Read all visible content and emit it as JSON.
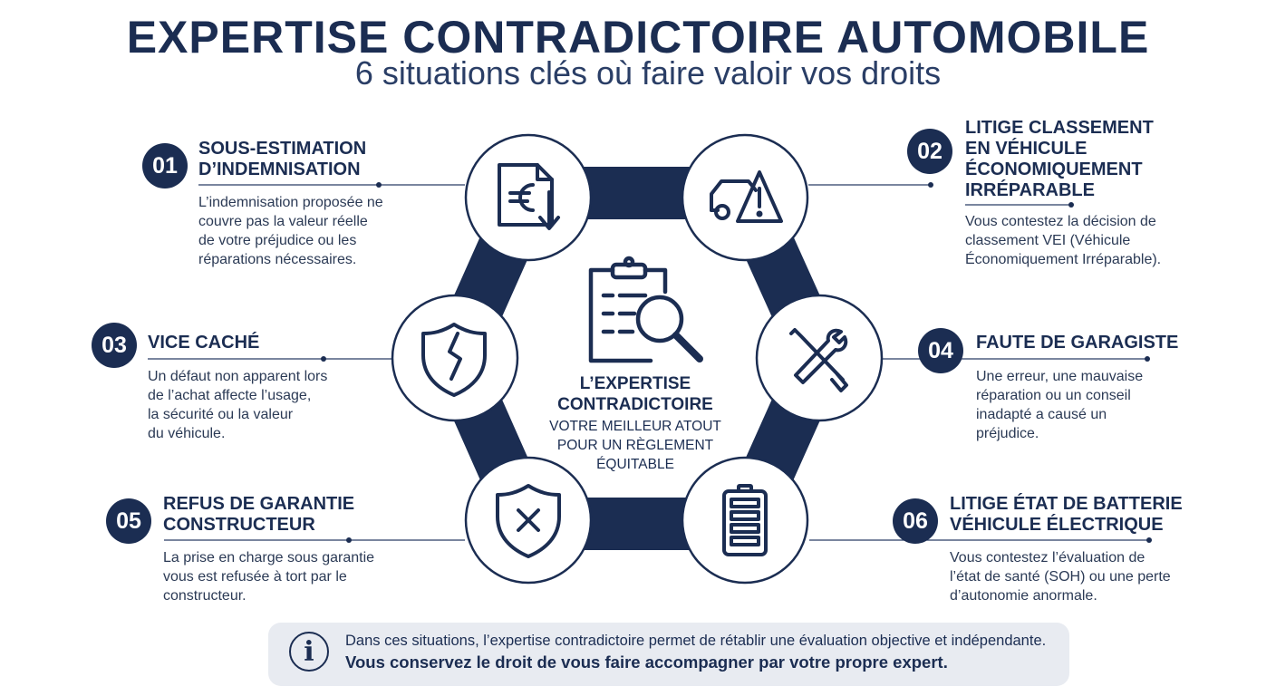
{
  "header": {
    "title": "EXPERTISE CONTRADICTOIRE AUTOMOBILE",
    "subtitle": "6 situations clés où faire valoir vos droits"
  },
  "center": {
    "title_line1": "L’EXPERTISE",
    "title_line2": "CONTRADICTOIRE",
    "sub_line1": "VOTRE MEILLEUR ATOUT",
    "sub_line2": "POUR UN RÈGLEMENT",
    "sub_line3": "ÉQUITABLE",
    "icon": "clipboard-magnifier-icon"
  },
  "situations": [
    {
      "number": "01",
      "title_lines": [
        "SOUS-ESTIMATION",
        "D’INDEMNISATION"
      ],
      "desc_lines": [
        "L’indemnisation proposée ne",
        "couvre pas la valeur réelle",
        "de votre préjudice ou les",
        "réparations nécessaires."
      ],
      "icon": "euro-document-icon"
    },
    {
      "number": "02",
      "title_lines": [
        "LITIGE CLASSEMENT",
        "EN VÉHICULE",
        "ÉCONOMIQUEMENT",
        "IRRÉPARABLE"
      ],
      "desc_lines": [
        "Vous contestez la décision de",
        "classement VEI (Véhicule",
        "Économiquement Irréparable)."
      ],
      "icon": "car-warning-icon"
    },
    {
      "number": "03",
      "title_lines": [
        "VICE CACHÉ"
      ],
      "desc_lines": [
        "Un défaut non apparent lors",
        "de l’achat affecte l’usage,",
        "la sécurité ou la valeur",
        "du véhicule."
      ],
      "icon": "cracked-shield-icon"
    },
    {
      "number": "04",
      "title_lines": [
        "FAUTE DE GARAGISTE"
      ],
      "desc_lines": [
        "Une erreur, une mauvaise",
        "réparation ou un conseil",
        "inadapté a causé un",
        "préjudice."
      ],
      "icon": "wrench-screwdriver-icon"
    },
    {
      "number": "05",
      "title_lines": [
        "REFUS DE GARANTIE",
        "CONSTRUCTEUR"
      ],
      "desc_lines": [
        "La prise en charge sous garantie",
        "vous est refusée à tort par le",
        "constructeur."
      ],
      "icon": "shield-x-icon"
    },
    {
      "number": "06",
      "title_lines": [
        "LITIGE ÉTAT DE BATTERIE",
        "VÉHICULE ÉLECTRIQUE"
      ],
      "desc_lines": [
        "Vous contestez l’évaluation de",
        "l’état de santé (SOH) ou une perte",
        "d’autonomie anormale."
      ],
      "icon": "battery-icon"
    }
  ],
  "banner": {
    "icon": "info-icon",
    "icon_glyph": "i",
    "line1": "Dans ces situations, l’expertise contradictoire permet de rétablir une évaluation objective et indépendante.",
    "line2": "Vous conservez le droit de vous faire accompagner par votre propre expert."
  },
  "colors": {
    "navy": "#1b2d52",
    "banner_bg": "#e8ebf1",
    "background": "#ffffff"
  }
}
